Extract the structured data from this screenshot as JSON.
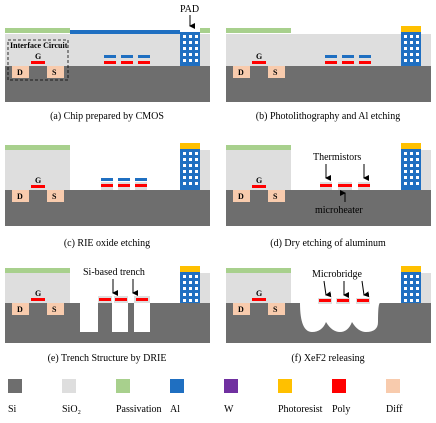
{
  "colors": {
    "si": "#6e6e6e",
    "sio2": "#dedede",
    "passivation": "#a8d08d",
    "al": "#1f6fc1",
    "w": "#7030a0",
    "photoresist": "#ffc000",
    "poly": "#ff0000",
    "diff": "#f8cbad"
  },
  "panels": {
    "a": {
      "caption": "(a) Chip prepared by CMOS",
      "pad_label": "PAD",
      "interface_label": "Interface Circuit",
      "gate": "G",
      "drain": "D",
      "source": "S"
    },
    "b": {
      "caption": "(b) Photolithography and Al etching",
      "gate": "G",
      "drain": "D",
      "source": "S"
    },
    "c": {
      "caption": "(c) RIE oxide etching",
      "gate": "G",
      "drain": "D",
      "source": "S"
    },
    "d": {
      "caption": "(d) Dry etching of aluminum",
      "thermistors_label": "Thermistors",
      "microheater_label": "microheater",
      "gate": "G",
      "drain": "D",
      "source": "S"
    },
    "e": {
      "caption": "(e) Trench Structure by DRIE",
      "trench_label": "Si-based trench",
      "gate": "G",
      "drain": "D",
      "source": "S"
    },
    "f": {
      "caption": "(f) XeF2 releasing",
      "microbridge_label": "Microbridge",
      "gate": "G",
      "drain": "D",
      "source": "S"
    }
  },
  "legend": [
    {
      "label": "Si",
      "color": "#6e6e6e"
    },
    {
      "label": "SiO₂",
      "color": "#dedede"
    },
    {
      "label": "Passivation",
      "color": "#a8d08d"
    },
    {
      "label": "Al",
      "color": "#1f6fc1"
    },
    {
      "label": "W",
      "color": "#7030a0"
    },
    {
      "label": "Photoresist",
      "color": "#ffc000"
    },
    {
      "label": "Poly",
      "color": "#ff0000"
    },
    {
      "label": "Diff",
      "color": "#f8cbad"
    }
  ]
}
